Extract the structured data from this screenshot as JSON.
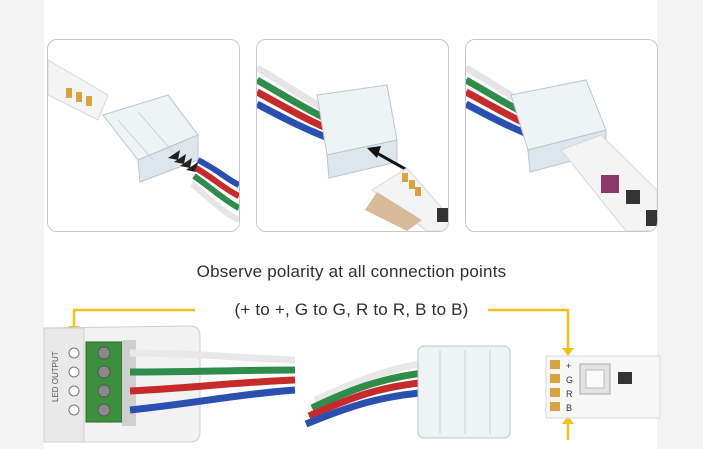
{
  "caption_line1": "Observe polarity at all connection points",
  "caption_line2": "(+ to +, G to G, R to R, B to B)",
  "controller_label": "LED OUTPUT",
  "strip_pins": [
    "+",
    "G",
    "R",
    "B"
  ],
  "colors": {
    "accent_arrow": "#f2c018",
    "panel_border": "#c7c7c7",
    "wire_white": "#ececec",
    "wire_green": "#2f8c4a",
    "wire_red": "#c72a2a",
    "wire_blue": "#2a4fb0",
    "strip_pad": "#d9a341",
    "terminal_green": "#3c8f3c"
  },
  "icons": [
    "arrow-icon",
    "polarity-plus-icon"
  ]
}
